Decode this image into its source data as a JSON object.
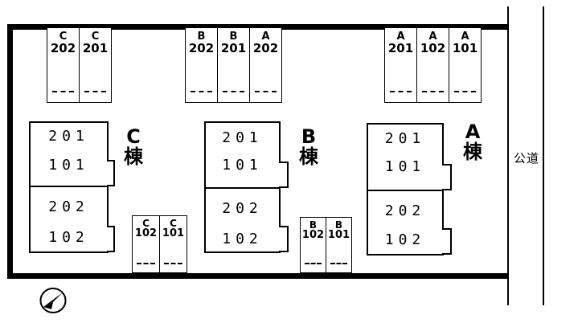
{
  "road_label": "公道",
  "buildings": [
    {
      "id": "C",
      "label_letter": "C",
      "label_kanji": "棟",
      "units": {
        "upper_top": "201",
        "upper_bottom": "101",
        "lower_top": "202",
        "lower_bottom": "102"
      }
    },
    {
      "id": "B",
      "label_letter": "B",
      "label_kanji": "棟",
      "units": {
        "upper_top": "201",
        "upper_bottom": "101",
        "lower_top": "202",
        "lower_bottom": "102"
      }
    },
    {
      "id": "A",
      "label_letter": "A",
      "label_kanji": "棟",
      "units": {
        "upper_top": "201",
        "upper_bottom": "101",
        "lower_top": "202",
        "lower_bottom": "102"
      }
    }
  ],
  "parking_top": [
    {
      "building": "C",
      "room": "202"
    },
    {
      "building": "C",
      "room": "201"
    },
    {
      "building": "B",
      "room": "202"
    },
    {
      "building": "B",
      "room": "201"
    },
    {
      "building": "A",
      "room": "202"
    },
    {
      "building": "A",
      "room": "201"
    },
    {
      "building": "A",
      "room": "102"
    },
    {
      "building": "A",
      "room": "101"
    }
  ],
  "parking_bottom": [
    {
      "building": "C",
      "room": "102"
    },
    {
      "building": "C",
      "room": "101"
    },
    {
      "building": "B",
      "room": "102"
    },
    {
      "building": "B",
      "room": "101"
    }
  ]
}
